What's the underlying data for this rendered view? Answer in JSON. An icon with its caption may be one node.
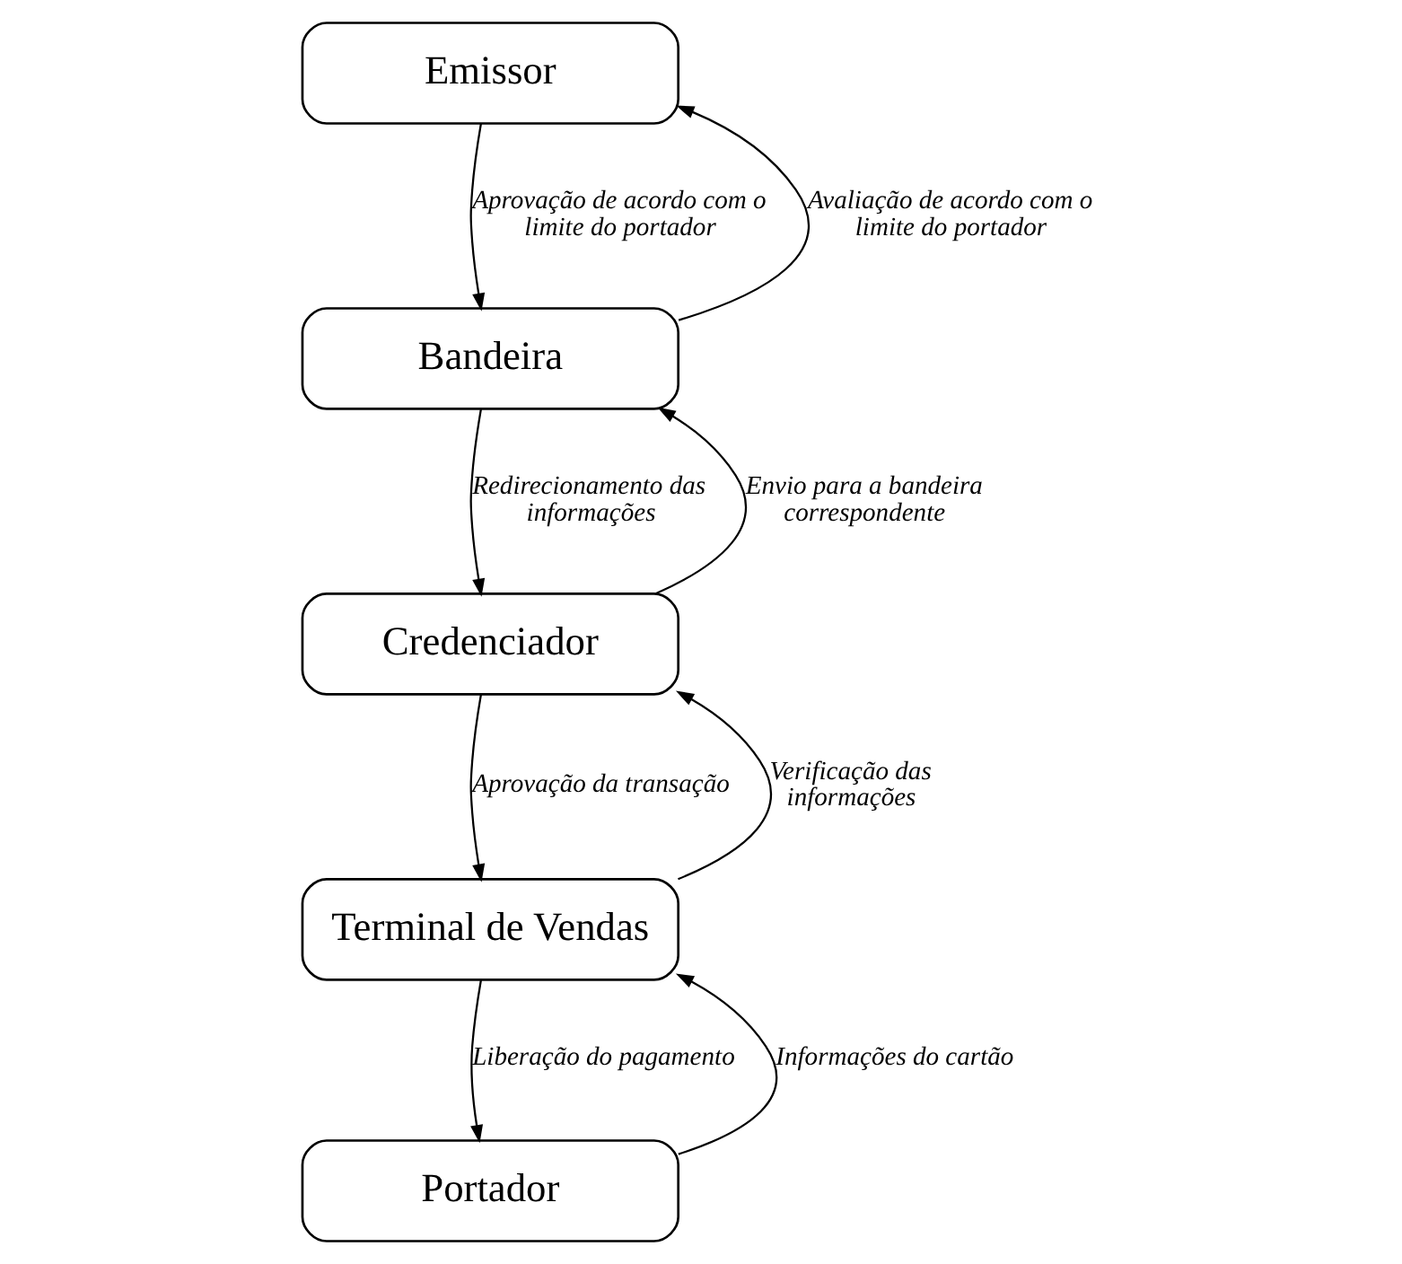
{
  "diagram": {
    "nodes": [
      {
        "text": [
          "Emissor"
        ]
      },
      {
        "text": [
          "Bandeira"
        ]
      },
      {
        "text": [
          "Credenciador"
        ]
      },
      {
        "text": [
          "Terminal de Vendas"
        ]
      },
      {
        "text": [
          "Portador"
        ]
      }
    ],
    "edges": [
      {
        "from": 1,
        "to": 0,
        "arrow": "to",
        "label": "Avaliação de acordo com o limite do portador"
      },
      {
        "from": 0,
        "to": 1,
        "arrow": "to",
        "label": "Aprovação de acordo com o limite do portador"
      },
      {
        "from": 2,
        "to": 1,
        "arrow": "to",
        "label": "Envio para a bandeira correspondente"
      },
      {
        "from": 1,
        "to": 2,
        "arrow": "to",
        "label": "Redirecionamento das informações"
      },
      {
        "from": 3,
        "to": 2,
        "arrow": "to",
        "label": "Verificação das informações"
      },
      {
        "from": 2,
        "to": 3,
        "arrow": "to",
        "label": "Aprovação da transação"
      },
      {
        "from": 4,
        "to": 3,
        "arrow": "to",
        "label": "Informações do cartão"
      },
      {
        "from": 3,
        "to": 4,
        "arrow": "to",
        "label": "Liberação do pagamento"
      }
    ]
  }
}
